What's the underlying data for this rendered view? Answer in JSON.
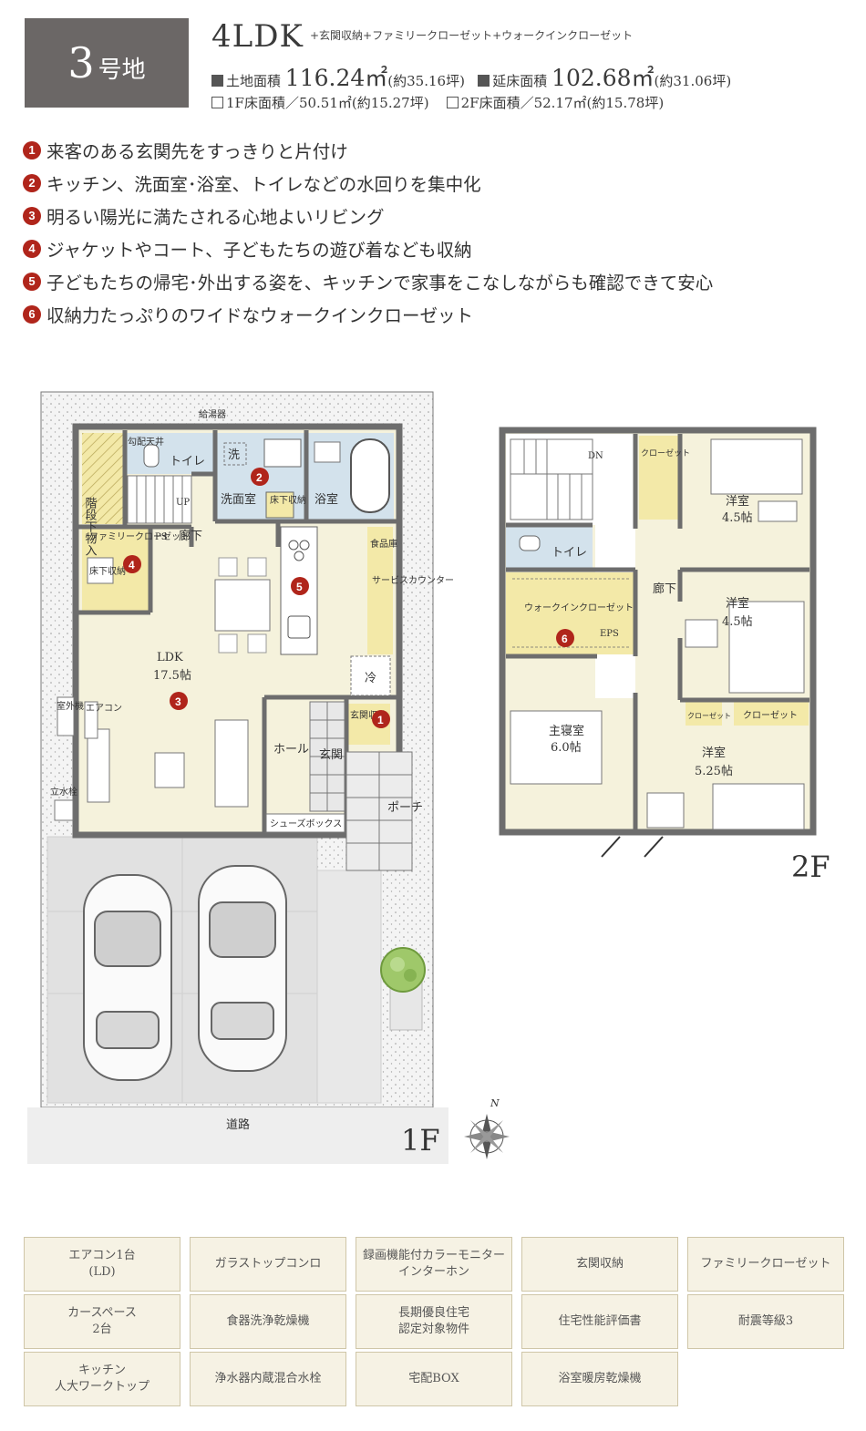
{
  "header": {
    "lot_number": "3",
    "lot_unit": "号地",
    "plan_type": "4LDK",
    "plan_extras": "+玄関収納+ファミリークローゼット+ウォークインクローゼット",
    "land_area_label": "土地面積",
    "land_area_value": "116.24㎡",
    "land_area_tsubo": "(約35.16坪)",
    "floor_area_label": "延床面積",
    "floor_area_value": "102.68㎡",
    "floor_area_tsubo": "(約31.06坪)",
    "floor1_area": "1F床面積／50.51㎡(約15.27坪)",
    "floor2_area": "2F床面積／52.17㎡(約15.78坪)"
  },
  "features": [
    {
      "num": "1",
      "text": "来客のある玄関先をすっきりと片付け"
    },
    {
      "num": "2",
      "text": "キッチン、洗面室･浴室、トイレなどの水回りを集中化"
    },
    {
      "num": "3",
      "text": "明るい陽光に満たされる心地よいリビング"
    },
    {
      "num": "4",
      "text": "ジャケットやコート、子どもたちの遊び着なども収納"
    },
    {
      "num": "5",
      "text": "子どもたちの帰宅･外出する姿を、キッチンで家事をこなしながらも確認できて安心"
    },
    {
      "num": "6",
      "text": "収納力たっぷりのワイドなウォークインクローゼット"
    }
  ],
  "floor1": {
    "floor_label": "1F",
    "road": "道路",
    "water_heater": "給湯器",
    "stairs_storage": "階段下物入",
    "shoe_dryer": "勾配天井",
    "toilet": "トイレ",
    "up": "UP",
    "wash_mark": "洗",
    "washroom": "洗面室",
    "underfloor_storage": "床下収納",
    "bath": "浴室",
    "hallway": "廊下",
    "family_closet": "ファミリークローゼット",
    "ps": "PS",
    "underfloor_storage2": "床下収納",
    "pantry": "食品庫",
    "service_counter": "サービスカウンター",
    "ldk": "LDK",
    "ldk_size": "17.5帖",
    "fridge": "冷",
    "aircon": "エアコン",
    "outdoor_unit": "室外機",
    "hall": "ホール",
    "entrance": "玄関",
    "entrance_storage": "玄関収納",
    "shoe_box": "シューズボックス",
    "porch": "ポーチ",
    "faucet": "立水栓"
  },
  "floor2": {
    "floor_label": "2F",
    "dn": "DN",
    "toilet": "トイレ",
    "wic": "ウォークインクローゼット",
    "eps": "EPS",
    "hallway": "廊下",
    "closet_a": "クローゼット",
    "room1": "洋室",
    "room1_size": "4.5帖",
    "room2": "洋室",
    "room2_size": "4.5帖",
    "closet_b": "クローゼット",
    "closet_c": "クローゼット",
    "master": "主寝室",
    "master_size": "6.0帖",
    "room3": "洋室",
    "room3_size": "5.25帖"
  },
  "compass_n": "N",
  "equipment": [
    "エアコン1台\n(LD)",
    "ガラストップコンロ",
    "録画機能付カラーモニター\nインターホン",
    "玄関収納",
    "ファミリークローゼット",
    "カースペース\n2台",
    "食器洗浄乾燥機",
    "長期優良住宅\n認定対象物件",
    "住宅性能評価書",
    "耐震等級3",
    "キッチン\n人大ワークトップ",
    "浄水器内蔵混合水栓",
    "宅配BOX",
    "浴室暖房乾燥機"
  ],
  "colors": {
    "badge": "#6b6766",
    "accent_red": "#b0251b",
    "room_cream": "#f5f2dc",
    "water_blue": "#d3e2ec",
    "storage_yellow": "#f3e9a8",
    "wall": "#6d6d6d",
    "tag_bg": "#f6f2e4"
  }
}
